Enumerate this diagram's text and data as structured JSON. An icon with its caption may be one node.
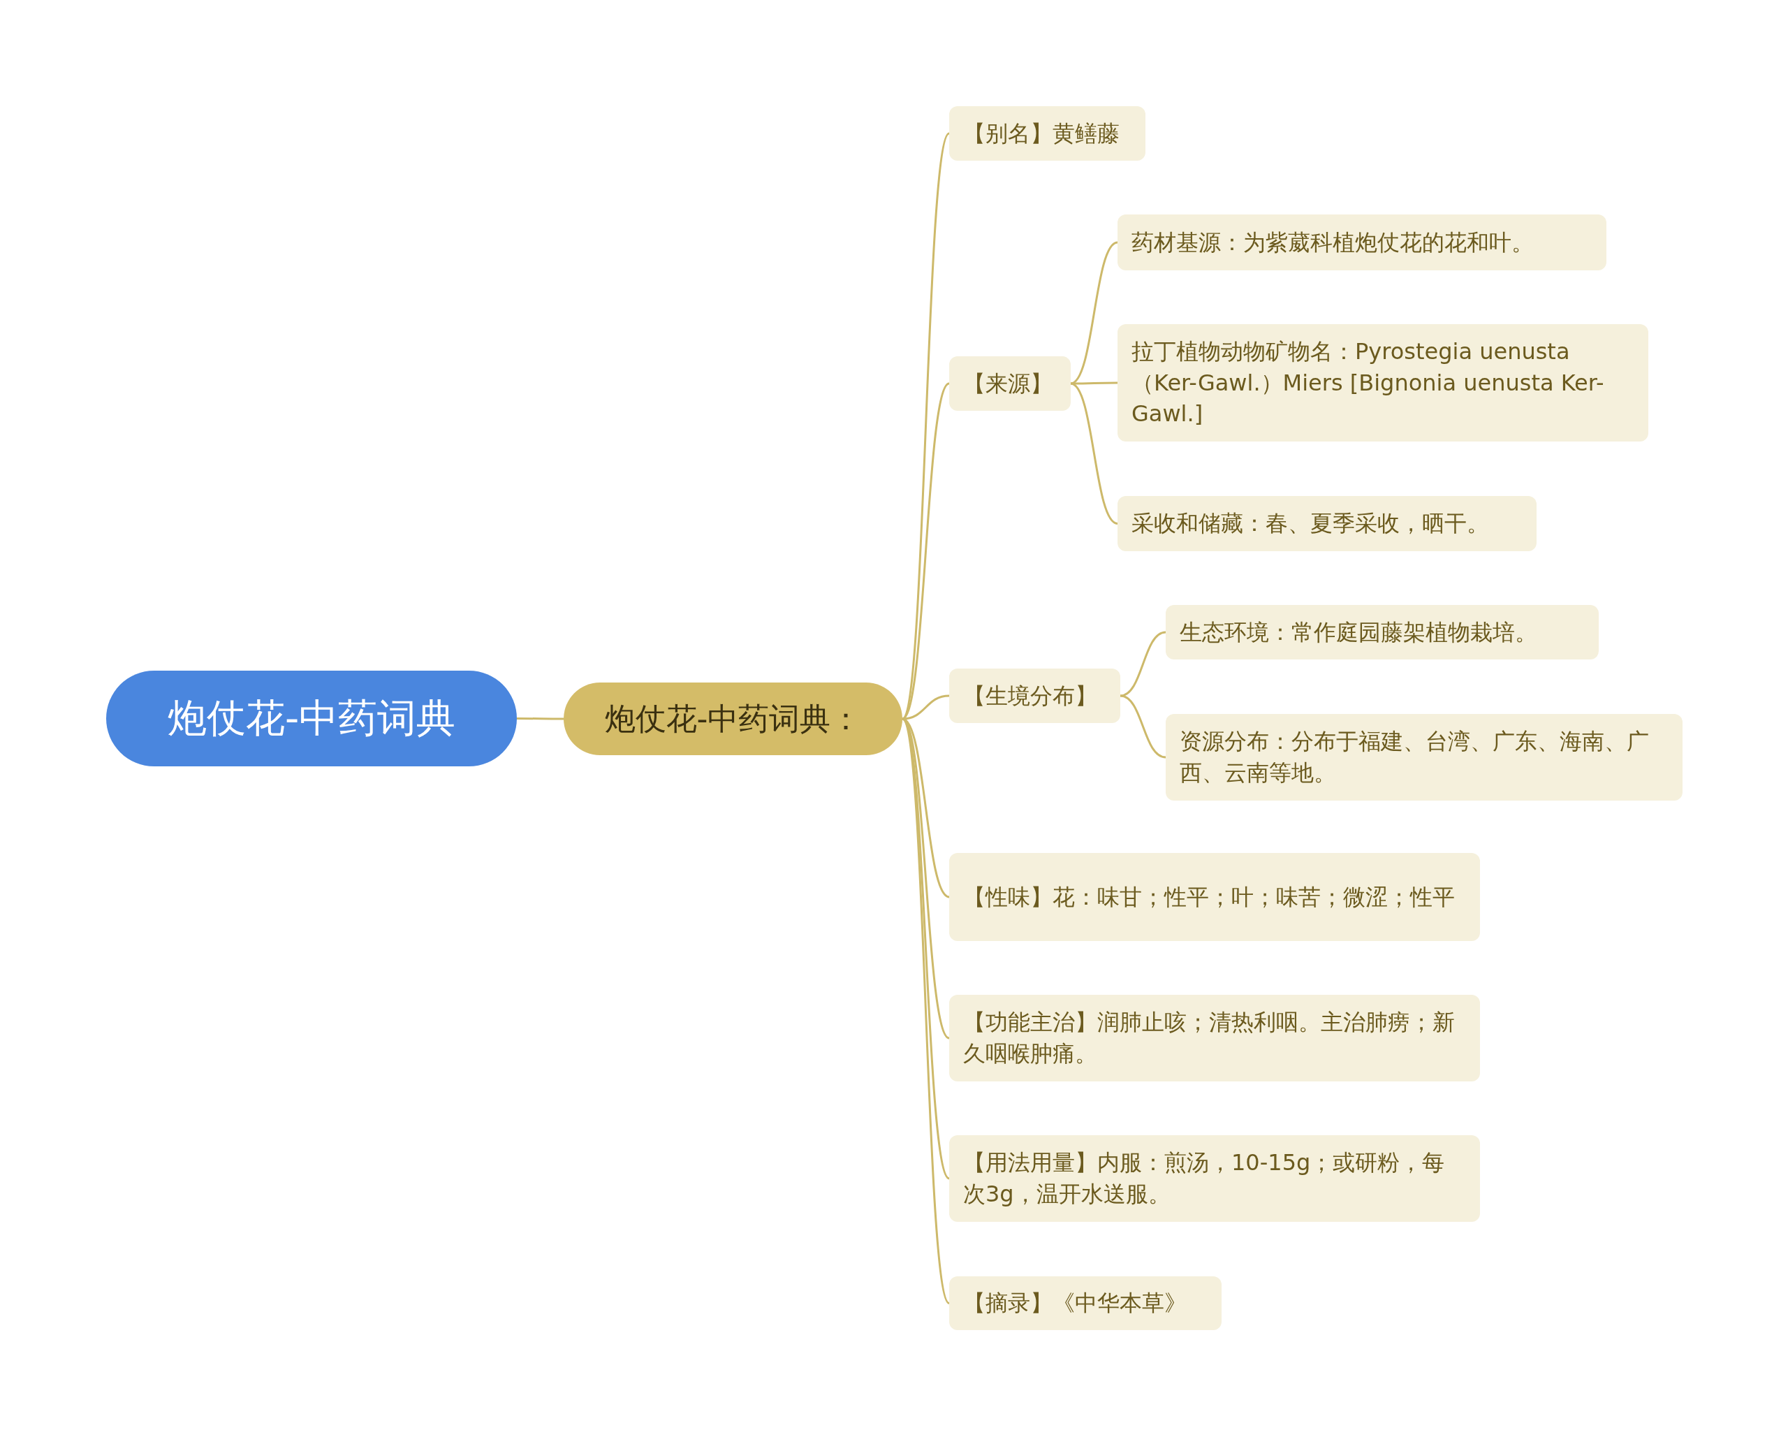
{
  "diagram": {
    "nodes": [
      {
        "text": [
          "炮仗花-中药词典"
        ]
      },
      {
        "text": [
          "炮仗花-中药词典："
        ]
      },
      {
        "text": [
          "【别名】黄鳝藤"
        ]
      },
      {
        "text": [
          "【来源】"
        ]
      },
      {
        "text": [
          "药材基源：为紫葳科植炮仗花的花和叶。"
        ]
      },
      {
        "text": [
          "拉丁植物动物矿物名：Pyrostegia uenusta（Ker-Gawl.）Miers [Bignonia uenusta Ker-Gawl.]"
        ]
      },
      {
        "text": [
          "采收和储藏：春、夏季采收，晒干。"
        ]
      },
      {
        "text": [
          "【生境分布】"
        ]
      },
      {
        "text": [
          "生态环境：常作庭园藤架植物栽培。"
        ]
      },
      {
        "text": [
          "资源分布：分布于福建、台湾、广东、海南、广西、云南等地。"
        ]
      },
      {
        "text": [
          "【性味】花：味甘；性平；叶；味苦；微涩；性平"
        ]
      },
      {
        "text": [
          "【功能主治】润肺止咳；清热利咽。主治肺痨；新久咽喉肿痛。"
        ]
      },
      {
        "text": [
          "【用法用量】内服：煎汤，10-15g；或研粉，每次3g，温开水送服。"
        ]
      },
      {
        "text": [
          "【摘录】《中华本草》"
        ]
      }
    ],
    "edges": [
      {
        "from": 0,
        "to": 1,
        "arrow": "none"
      },
      {
        "from": 1,
        "to": 2,
        "arrow": "none"
      },
      {
        "from": 1,
        "to": 3,
        "arrow": "none"
      },
      {
        "from": 3,
        "to": 4,
        "arrow": "none"
      },
      {
        "from": 3,
        "to": 5,
        "arrow": "none"
      },
      {
        "from": 3,
        "to": 6,
        "arrow": "none"
      },
      {
        "from": 1,
        "to": 7,
        "arrow": "none"
      },
      {
        "from": 7,
        "to": 8,
        "arrow": "none"
      },
      {
        "from": 7,
        "to": 9,
        "arrow": "none"
      },
      {
        "from": 1,
        "to": 10,
        "arrow": "none"
      },
      {
        "from": 1,
        "to": 11,
        "arrow": "none"
      },
      {
        "from": 1,
        "to": 12,
        "arrow": "none"
      },
      {
        "from": 1,
        "to": 13,
        "arrow": "none"
      }
    ]
  }
}
